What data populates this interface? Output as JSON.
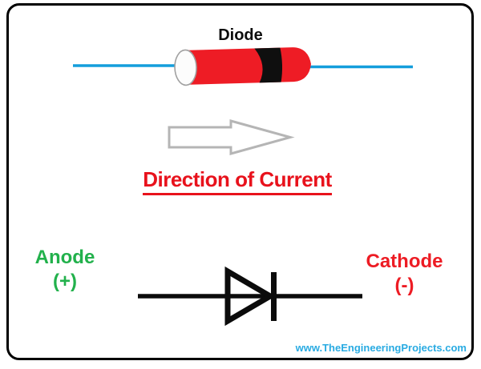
{
  "diode_illustration": {
    "title": "Diode"
  },
  "direction": {
    "label": "Direction of Current"
  },
  "anode": {
    "label": "Anode",
    "sign": "(+)"
  },
  "cathode": {
    "label": "Cathode",
    "sign": "(-)"
  },
  "watermark": {
    "text": "www.TheEngineeringProjects.com"
  },
  "colors": {
    "body_red": "#ee1c25",
    "band_black": "#0f0f0f",
    "cap_white": "#fcfcfc",
    "cap_stroke": "#a0a0a0",
    "wire_blue": "#149edc",
    "arrow_gray": "#b5b5b5",
    "arrow_fill": "#ffffff",
    "symbol_black": "#0b0b0b",
    "title_black": "#0d0d0d",
    "direction_red": "#e8121c",
    "anode_green": "#22b14c",
    "cathode_red": "#ed1c24",
    "watermark_blue": "#29abe2"
  }
}
